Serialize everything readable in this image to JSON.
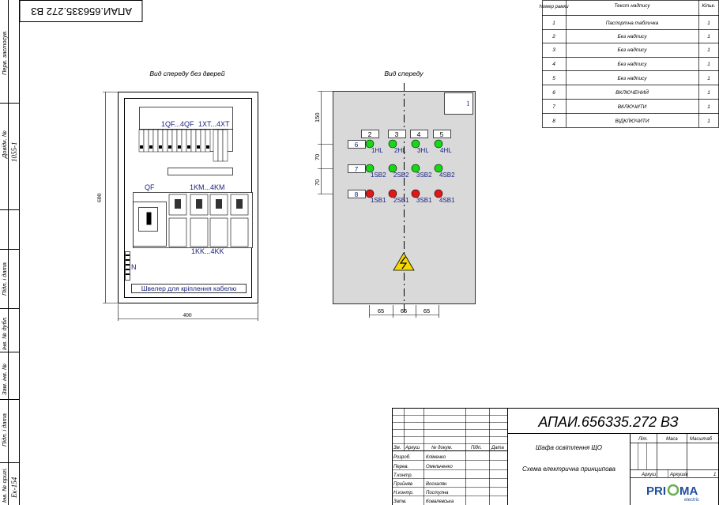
{
  "doc_code_rotated": "АПАИ.656335.272 ВЗ",
  "left_strip": {
    "perv_zastos": "Перв. застосув.",
    "dovid_no": "Довідк. №",
    "dovid_value": "1055-1",
    "pidp_data_1": "Підп. і дата",
    "inv_dubl": "Інв. № дубл.",
    "zam_inv": "Зам. інв. №",
    "pidp_data_2": "Підп. і дата",
    "inv_orig": "Інв. № оригі.",
    "inv_orig_value": "Ек-154"
  },
  "view_front_no_doors": {
    "title": "Вид спереду без дверей",
    "label_qf_range": "1QF...4QF",
    "label_xt_range": "1XT...4XT",
    "label_qf": "QF",
    "label_km_range": "1KM...4KM",
    "label_kk_range": "1KK...4KK",
    "label_n": "N",
    "cable_channel": "Швелер для кріплення кабелю",
    "dim_height": "600",
    "dim_width": "400"
  },
  "view_front": {
    "title": "Вид спереду",
    "plate_1": "1",
    "plates_top": [
      "2",
      "3",
      "4",
      "5"
    ],
    "plates_left": [
      "6",
      "7",
      "8"
    ],
    "lamps": [
      "1HL",
      "2HL",
      "3HL",
      "4HL"
    ],
    "green_buttons": [
      "1SB2",
      "2SB2",
      "3SB2",
      "4SB2"
    ],
    "red_buttons": [
      "1SB1",
      "2SB1",
      "3SB1",
      "4SB1"
    ],
    "dim_v": [
      "150",
      "70",
      "70"
    ],
    "dim_h": [
      "65",
      "65",
      "65"
    ],
    "colors": {
      "panel": "#d9d9d9",
      "green": "#16d916",
      "red": "#e01818",
      "warning": "#f5d800"
    }
  },
  "plates_table": {
    "headers": [
      "Номер рамки",
      "Текст надпису",
      "Кільк."
    ],
    "rows": [
      [
        "1",
        "Паспортна табличка",
        "1"
      ],
      [
        "2",
        "Без надпису",
        "1"
      ],
      [
        "3",
        "Без надпису",
        "1"
      ],
      [
        "4",
        "Без надпису",
        "1"
      ],
      [
        "5",
        "Без надпису",
        "1"
      ],
      [
        "6",
        "ВКЛЮЧЕНИЙ",
        "1"
      ],
      [
        "7",
        "ВКЛЮЧИТИ",
        "1"
      ],
      [
        "8",
        "ВІДКЛЮЧИТИ",
        "1"
      ]
    ]
  },
  "title_block": {
    "code": "АПАИ.656335.272 ВЗ",
    "name_line1": "Шафа освітлення ЩО",
    "name_line2": "Схема електрична принципова",
    "col_heads": [
      "Зм.",
      "Аркуш",
      "№ докум.",
      "Підп.",
      "Дата"
    ],
    "roles": [
      [
        "Розроб.",
        "Кліменко"
      ],
      [
        "Перев.",
        "Омельченко"
      ],
      [
        "Т.контр.",
        ""
      ],
      [
        "Прийняв",
        "Воскалян"
      ],
      [
        "Н.контр.",
        "Постулна"
      ],
      [
        "Затв.",
        "Ковалевська"
      ]
    ],
    "lit": "Літ.",
    "masa": "Маса",
    "masshtab": "Масштаб",
    "arkush": "Аркуш",
    "arkushiv": "Аркушів",
    "arkushiv_value": "1",
    "logo_text_1": "PRI",
    "logo_text_2": "MA",
    "logo_sub": "electric",
    "logo_color": "#1f4e9c",
    "logo_accent": "#6ab04c"
  }
}
